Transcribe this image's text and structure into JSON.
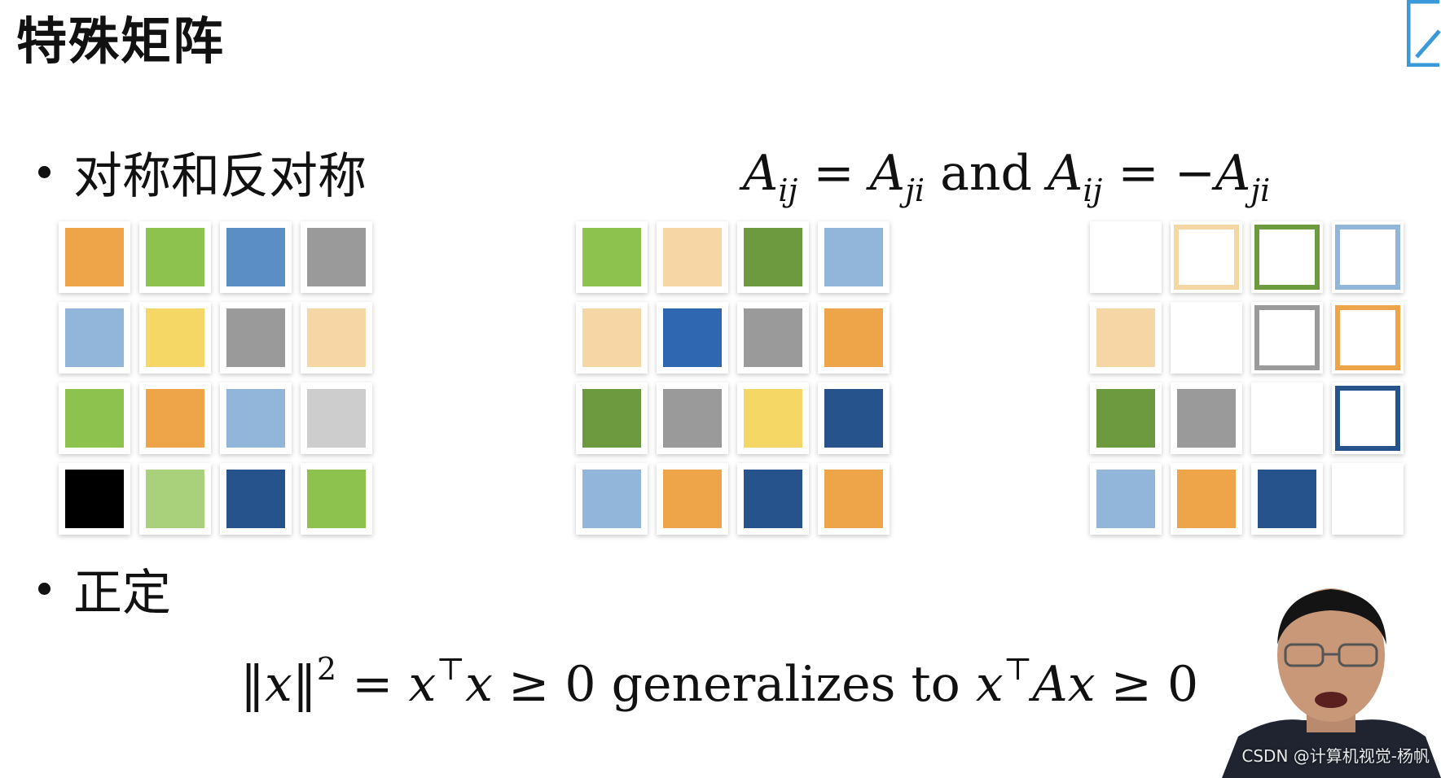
{
  "slide": {
    "title": "特殊矩阵",
    "bullets": [
      {
        "label": "对称和反对称"
      },
      {
        "label": "正定"
      }
    ],
    "formula_symmetric": {
      "A1": "A",
      "sub1": "ij",
      "eq1": "=",
      "A2": "A",
      "sub2": "ji",
      "and": "and",
      "A3": "A",
      "sub3": "ij",
      "eq2": "=",
      "minus": "−",
      "A4": "A",
      "sub4": "ji"
    },
    "formula_pd": {
      "norm_open": "‖",
      "x1": "x",
      "norm_close": "‖",
      "sq": "2",
      "eq": "=",
      "x2": "x",
      "T1": "⊤",
      "x3": "x",
      "geq1": "≥",
      "zero1": "0",
      "mid": "generalizes to",
      "x4": "x",
      "T2": "⊤",
      "A": "A",
      "x5": "x",
      "geq2": "≥",
      "zero2": "0"
    },
    "watermark": "CSDN @计算机视觉-杨帆"
  },
  "colors": {
    "orange": "#EEA54A",
    "green": "#8DC24F",
    "blue": "#5A8EC4",
    "gray": "#9A9A9A",
    "lightblue": "#92B6DA",
    "yellow": "#F5D766",
    "peach": "#F6D6A4",
    "lightgray": "#CDCDCD",
    "black": "#000000",
    "lightgreen": "#A9D07A",
    "darkblue": "#26538B",
    "darkgreen": "#6E9A3F",
    "royalblue": "#2F68B0",
    "white": "#FFFFFF"
  },
  "matrices": [
    {
      "name": "generic",
      "cells": [
        [
          "orange",
          "green",
          "blue",
          "gray"
        ],
        [
          "lightblue",
          "yellow",
          "gray",
          "peach"
        ],
        [
          "green",
          "orange",
          "lightblue",
          "lightgray"
        ],
        [
          "black",
          "lightgreen",
          "darkblue",
          "green"
        ]
      ]
    },
    {
      "name": "symmetric",
      "cells": [
        [
          "green",
          "peach",
          "darkgreen",
          "lightblue"
        ],
        [
          "peach",
          "royalblue",
          "gray",
          "orange"
        ],
        [
          "darkgreen",
          "gray",
          "yellow",
          "darkblue"
        ],
        [
          "lightblue",
          "orange",
          "darkblue",
          "orange"
        ]
      ]
    },
    {
      "name": "skew-symmetric",
      "cells": [
        [
          "white",
          "o:peach",
          "o:darkgreen",
          "o:lightblue"
        ],
        [
          "peach",
          "white",
          "o:gray",
          "o:orange"
        ],
        [
          "darkgreen",
          "gray",
          "white",
          "o:darkblue"
        ],
        [
          "lightblue",
          "orange",
          "darkblue",
          "white"
        ]
      ]
    }
  ]
}
